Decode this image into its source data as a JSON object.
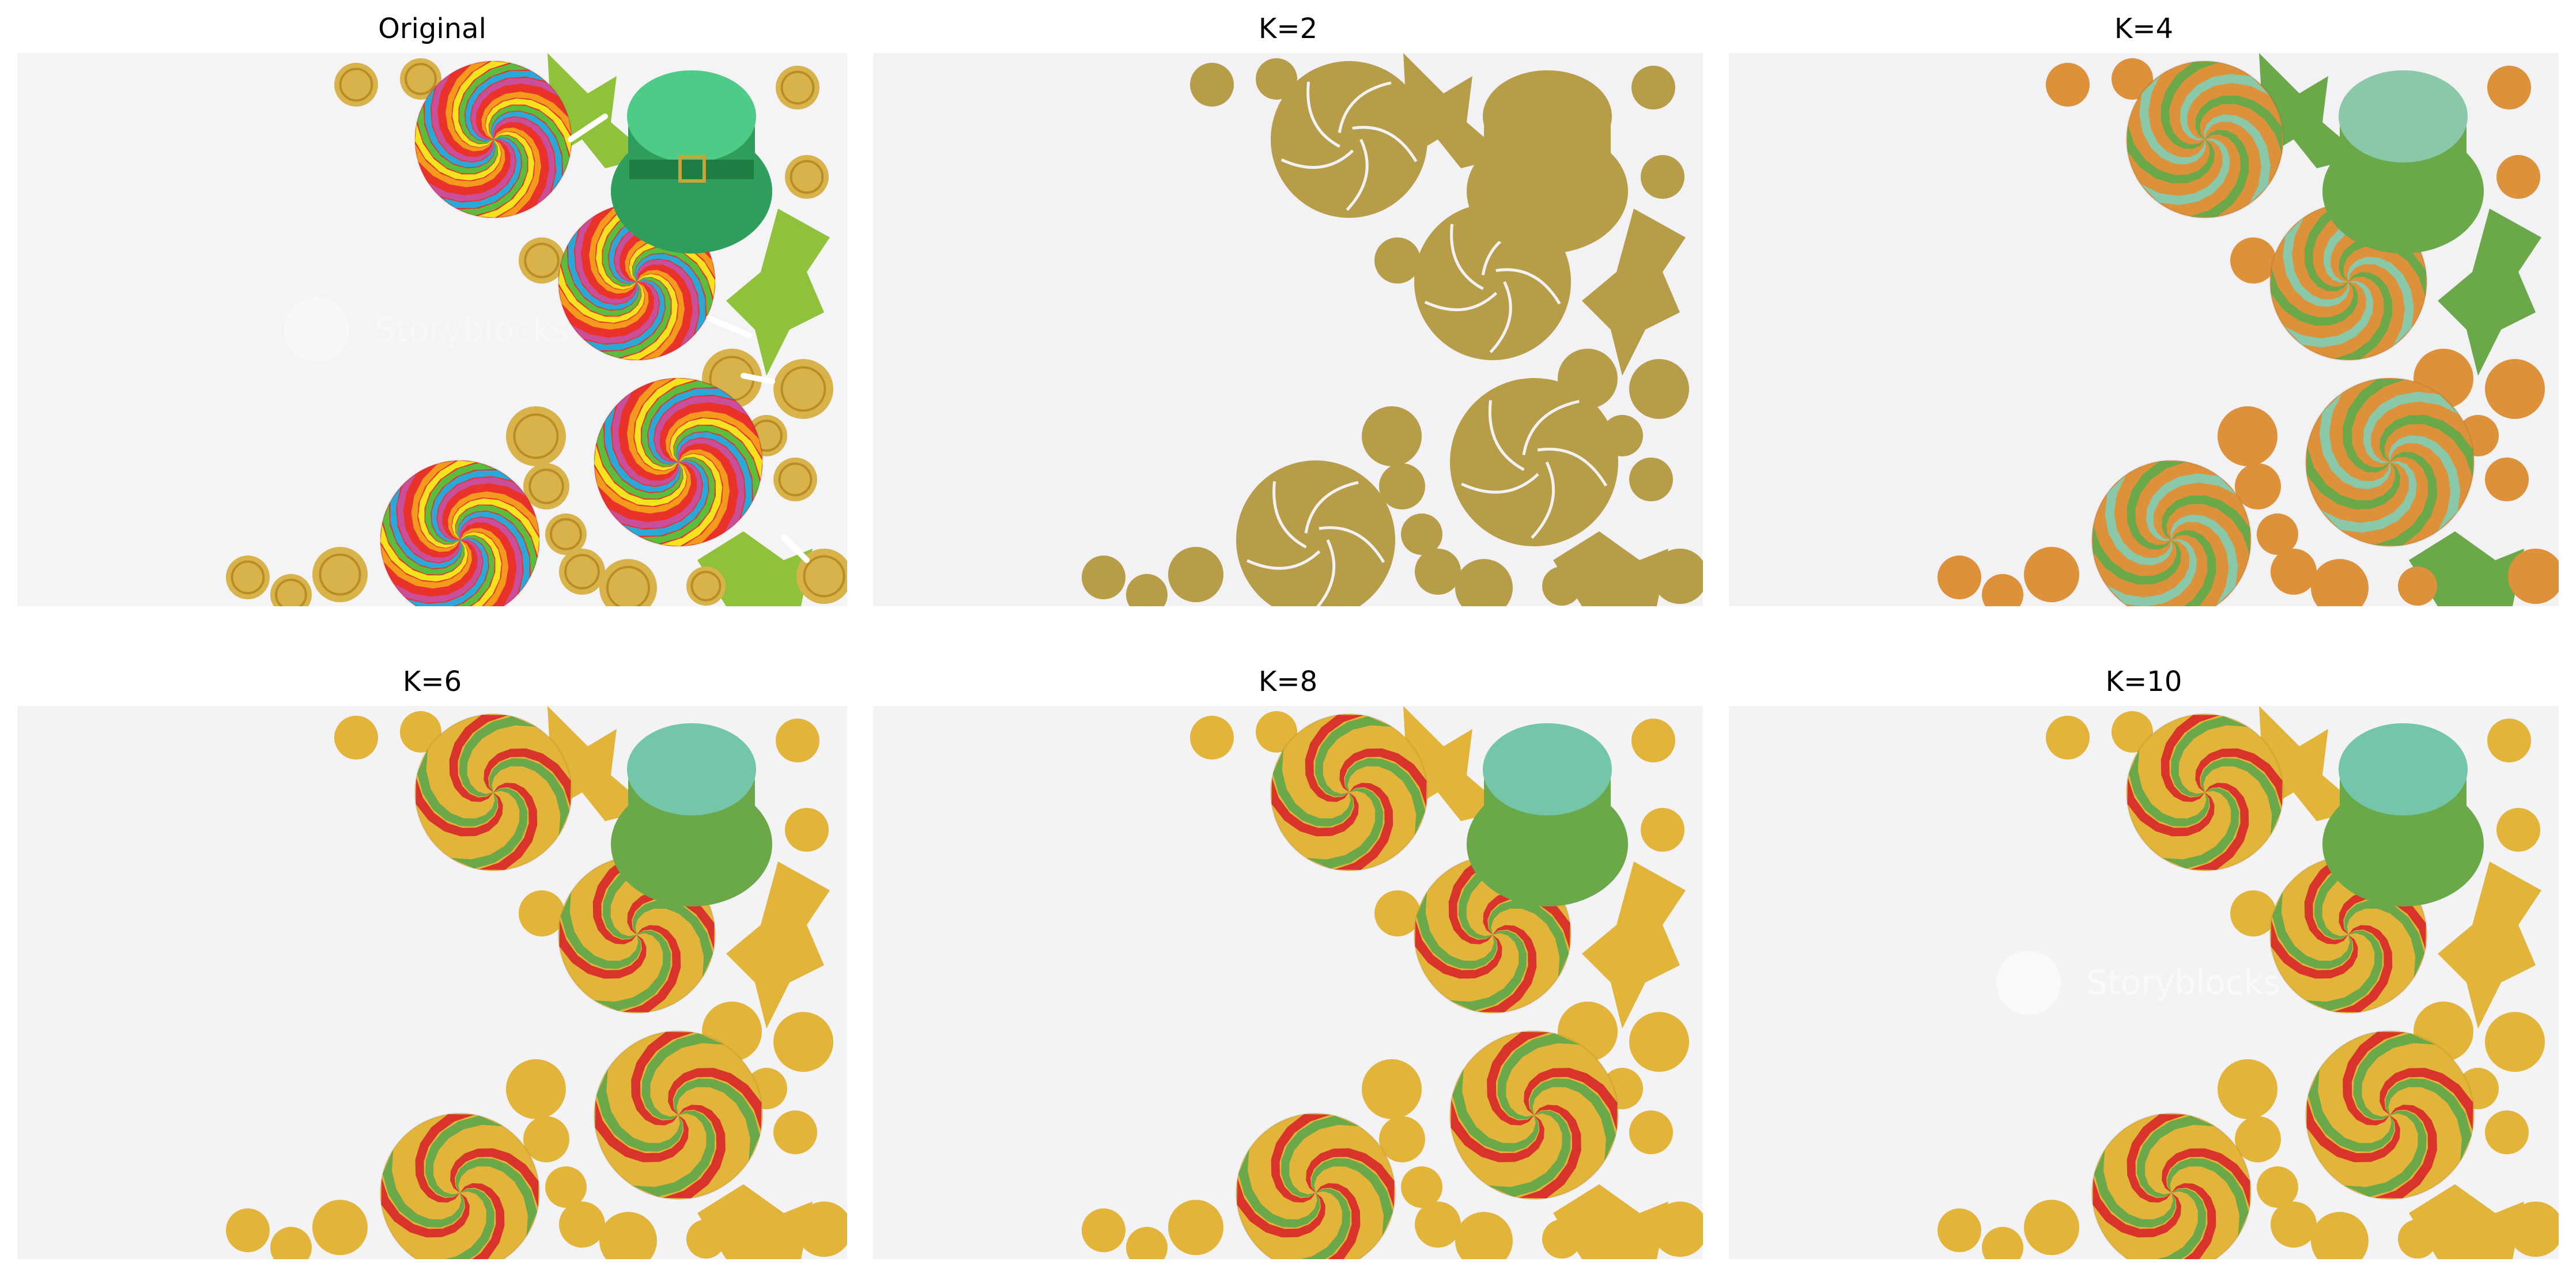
{
  "panels": [
    {
      "title": "Original",
      "k": null
    },
    {
      "title": "K=2",
      "k": 2
    },
    {
      "title": "K=4",
      "k": 4
    },
    {
      "title": "K=6",
      "k": 6
    },
    {
      "title": "K=8",
      "k": 8
    },
    {
      "title": "K=10",
      "k": 10
    }
  ],
  "watermark": "Storyblocks",
  "palettes": {
    "original": {
      "bg": "#f4f3f6",
      "coin": "#d8b24a",
      "coinEdge": "#b88d25",
      "hat": "#2f9e5c",
      "hatTop": "#4fcb88",
      "hatBand": "#1f7d44",
      "ribbon": "#8fc23a",
      "stripes": [
        "#e8322a",
        "#f49b1e",
        "#f5e31f",
        "#5cbc3b",
        "#2aa8d8",
        "#c94f9a"
      ]
    },
    "k2": {
      "bg": "#f2f1f4",
      "fill": "#b89d49"
    },
    "k4": {
      "bg": "#f2f1f4",
      "coin": "#dc913a",
      "hat": "#6aa84a",
      "hatTop": "#8ac8aa",
      "ribbon": "#6aa84a",
      "stripes": [
        "#dc913a",
        "#6aa84a",
        "#dc913a",
        "#8ac8aa"
      ]
    },
    "k6": {
      "bg": "#f3f2f5",
      "coin": "#e3b43a",
      "hat": "#6aa84a",
      "hatTop": "#73c7a8",
      "ribbon": "#e3b43a",
      "stripes": [
        "#e3b43a",
        "#d9342b",
        "#6aa84a",
        "#e3b43a"
      ]
    },
    "k8": {
      "bg": "#f3f2f5",
      "coin": "#e3b43a",
      "hat": "#6aa84a",
      "hatTop": "#73c7a8",
      "ribbon": "#e3b43a",
      "stripes": [
        "#e3b43a",
        "#d9342b",
        "#6aa84a",
        "#e3b43a"
      ]
    },
    "k10": {
      "bg": "#f3f2f5",
      "coin": "#e3b43a",
      "hat": "#6aa84a",
      "hatTop": "#73c7a8",
      "ribbon": "#e3b43a",
      "stripes": [
        "#e3b43a",
        "#d9342b",
        "#6aa84a",
        "#e3b43a"
      ]
    }
  }
}
